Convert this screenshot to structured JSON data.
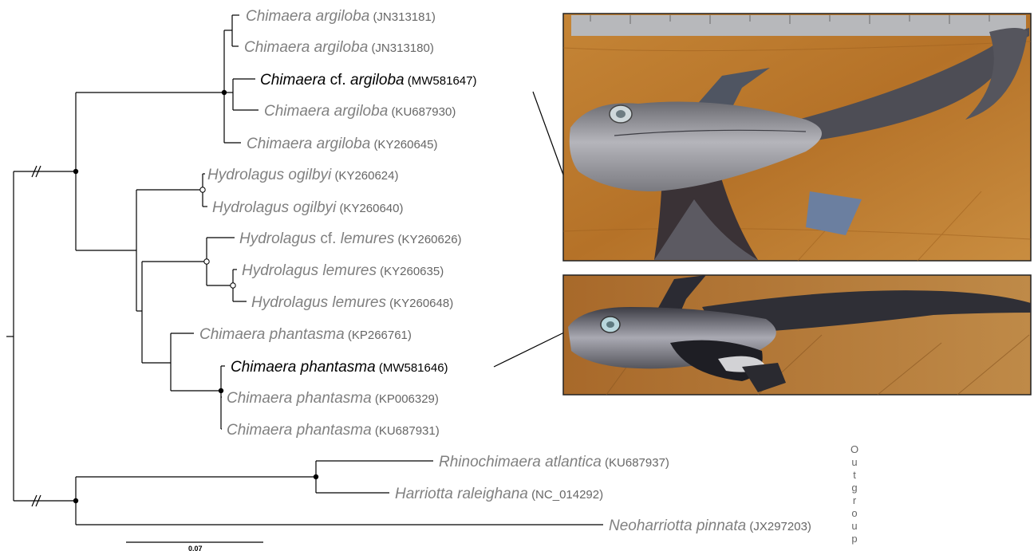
{
  "taxa": [
    {
      "genus": "Chimaera",
      "qualifier": "",
      "species": "argiloba",
      "accession": "(JN313181)",
      "highlight": false
    },
    {
      "genus": "Chimaera",
      "qualifier": "",
      "species": "argiloba",
      "accession": "(JN313180)",
      "highlight": false
    },
    {
      "genus": "Chimaera",
      "qualifier": "cf.",
      "species": "argiloba",
      "accession": "(MW581647)",
      "highlight": true
    },
    {
      "genus": "Chimaera",
      "qualifier": "",
      "species": "argiloba",
      "accession": "(KU687930)",
      "highlight": false
    },
    {
      "genus": "Chimaera",
      "qualifier": "",
      "species": "argiloba",
      "accession": "(KY260645)",
      "highlight": false
    },
    {
      "genus": "Hydrolagus",
      "qualifier": "",
      "species": "ogilbyi",
      "accession": "(KY260624)",
      "highlight": false
    },
    {
      "genus": "Hydrolagus",
      "qualifier": "",
      "species": "ogilbyi",
      "accession": "(KY260640)",
      "highlight": false
    },
    {
      "genus": "Hydrolagus",
      "qualifier": "cf.",
      "species": "lemures",
      "accession": "(KY260626)",
      "highlight": false
    },
    {
      "genus": "Hydrolagus",
      "qualifier": "",
      "species": "lemures",
      "accession": "(KY260635)",
      "highlight": false
    },
    {
      "genus": "Hydrolagus",
      "qualifier": "",
      "species": "lemures",
      "accession": "(KY260648)",
      "highlight": false
    },
    {
      "genus": "Chimaera",
      "qualifier": "",
      "species": "phantasma",
      "accession": "(KP266761)",
      "highlight": false
    },
    {
      "genus": "Chimaera",
      "qualifier": "",
      "species": "phantasma",
      "accession": "(MW581646)",
      "highlight": true
    },
    {
      "genus": "Chimaera",
      "qualifier": "",
      "species": "phantasma",
      "accession": "(KP006329)",
      "highlight": false
    },
    {
      "genus": "Chimaera",
      "qualifier": "",
      "species": "phantasma",
      "accession": "(KU687931)",
      "highlight": false
    },
    {
      "genus": "Rhinochimaera",
      "qualifier": "",
      "species": "atlantica",
      "accession": "(KU687937)",
      "highlight": false
    },
    {
      "genus": "Harriotta",
      "qualifier": "",
      "species": "raleighana",
      "accession": "(NC_014292)",
      "highlight": false
    },
    {
      "genus": "Neoharriotta",
      "qualifier": "",
      "species": "pinnata",
      "accession": "(JX297203)",
      "highlight": false
    }
  ],
  "outgroup_label": "Outgroup",
  "scale_bar_label": "0.07",
  "photos": [
    {
      "name": "photo-chimaera-cf-argiloba"
    },
    {
      "name": "photo-chimaera-phantasma"
    }
  ],
  "colors": {
    "highlight_text": "#000000",
    "taxon_text": "#808080",
    "wood_background": "#b8792f",
    "fish_body": "#8e8e92"
  }
}
